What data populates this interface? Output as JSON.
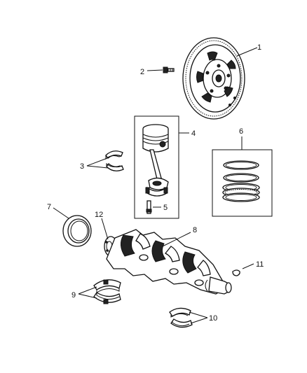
{
  "diagram": {
    "callouts": [
      {
        "id": "1",
        "label": "1",
        "part": "flexplate"
      },
      {
        "id": "2",
        "label": "2",
        "part": "flexplate-bolt"
      },
      {
        "id": "3",
        "label": "3",
        "part": "connecting-rod-bearing"
      },
      {
        "id": "4",
        "label": "4",
        "part": "piston-and-rod"
      },
      {
        "id": "5",
        "label": "5",
        "part": "rod-bolt"
      },
      {
        "id": "6",
        "label": "6",
        "part": "piston-rings"
      },
      {
        "id": "7",
        "label": "7",
        "part": "rear-seal"
      },
      {
        "id": "8",
        "label": "8",
        "part": "crankshaft"
      },
      {
        "id": "9",
        "label": "9",
        "part": "main-bearing-upper"
      },
      {
        "id": "10",
        "label": "10",
        "part": "main-bearing-lower"
      },
      {
        "id": "11",
        "label": "11",
        "part": "key"
      },
      {
        "id": "12",
        "label": "12",
        "part": "dowel"
      }
    ]
  }
}
